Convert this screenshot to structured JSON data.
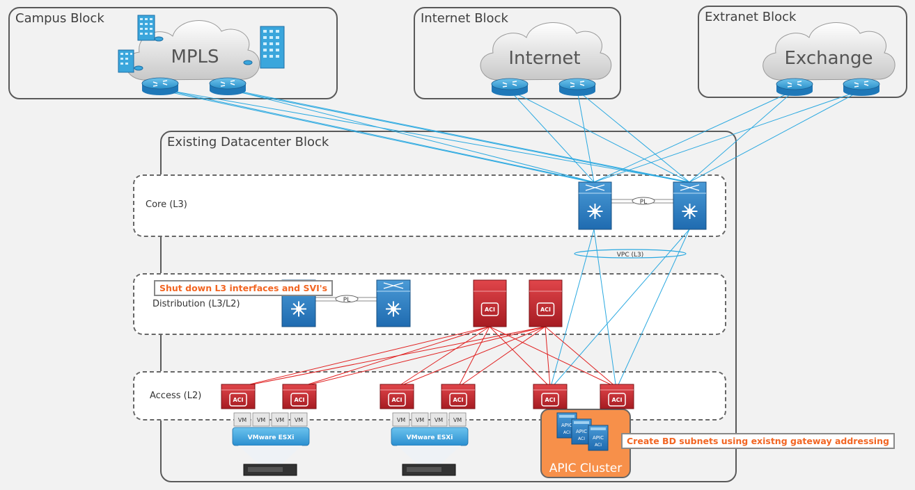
{
  "blocks": {
    "campus": "Campus Block",
    "internet": "Internet Block",
    "extranet": "Extranet Block",
    "datacenter": "Existing Datacenter Block"
  },
  "clouds": {
    "mpls": "MPLS",
    "internet": "Internet",
    "exchange": "Exchange"
  },
  "tiers": {
    "core": "Core (L3)",
    "distribution": "Distribution (L3/L2)",
    "access": "Access (L2)"
  },
  "link_labels": {
    "core_pl": "PL",
    "dist_pl": "PL",
    "vpc": "VPC (L3)"
  },
  "callouts": {
    "shutdown": "Shut down L3 interfaces and SVI's",
    "bd_subnets": "Create BD subnets using existng gateway addressing"
  },
  "apic": {
    "label": "APIC Cluster",
    "node_label": "APIC",
    "node_sublabel": "ACI"
  },
  "icons": {
    "aci": "ACI",
    "vm": "VM",
    "esxi": "VMware ESXi"
  },
  "colors": {
    "wan_link": "#29a8e0",
    "aci_link": "#e02020",
    "aci_switch": "#c1272d",
    "nexus": "#2f7fc1",
    "apic_bg": "#f7904a",
    "callout_text": "#f26522"
  }
}
